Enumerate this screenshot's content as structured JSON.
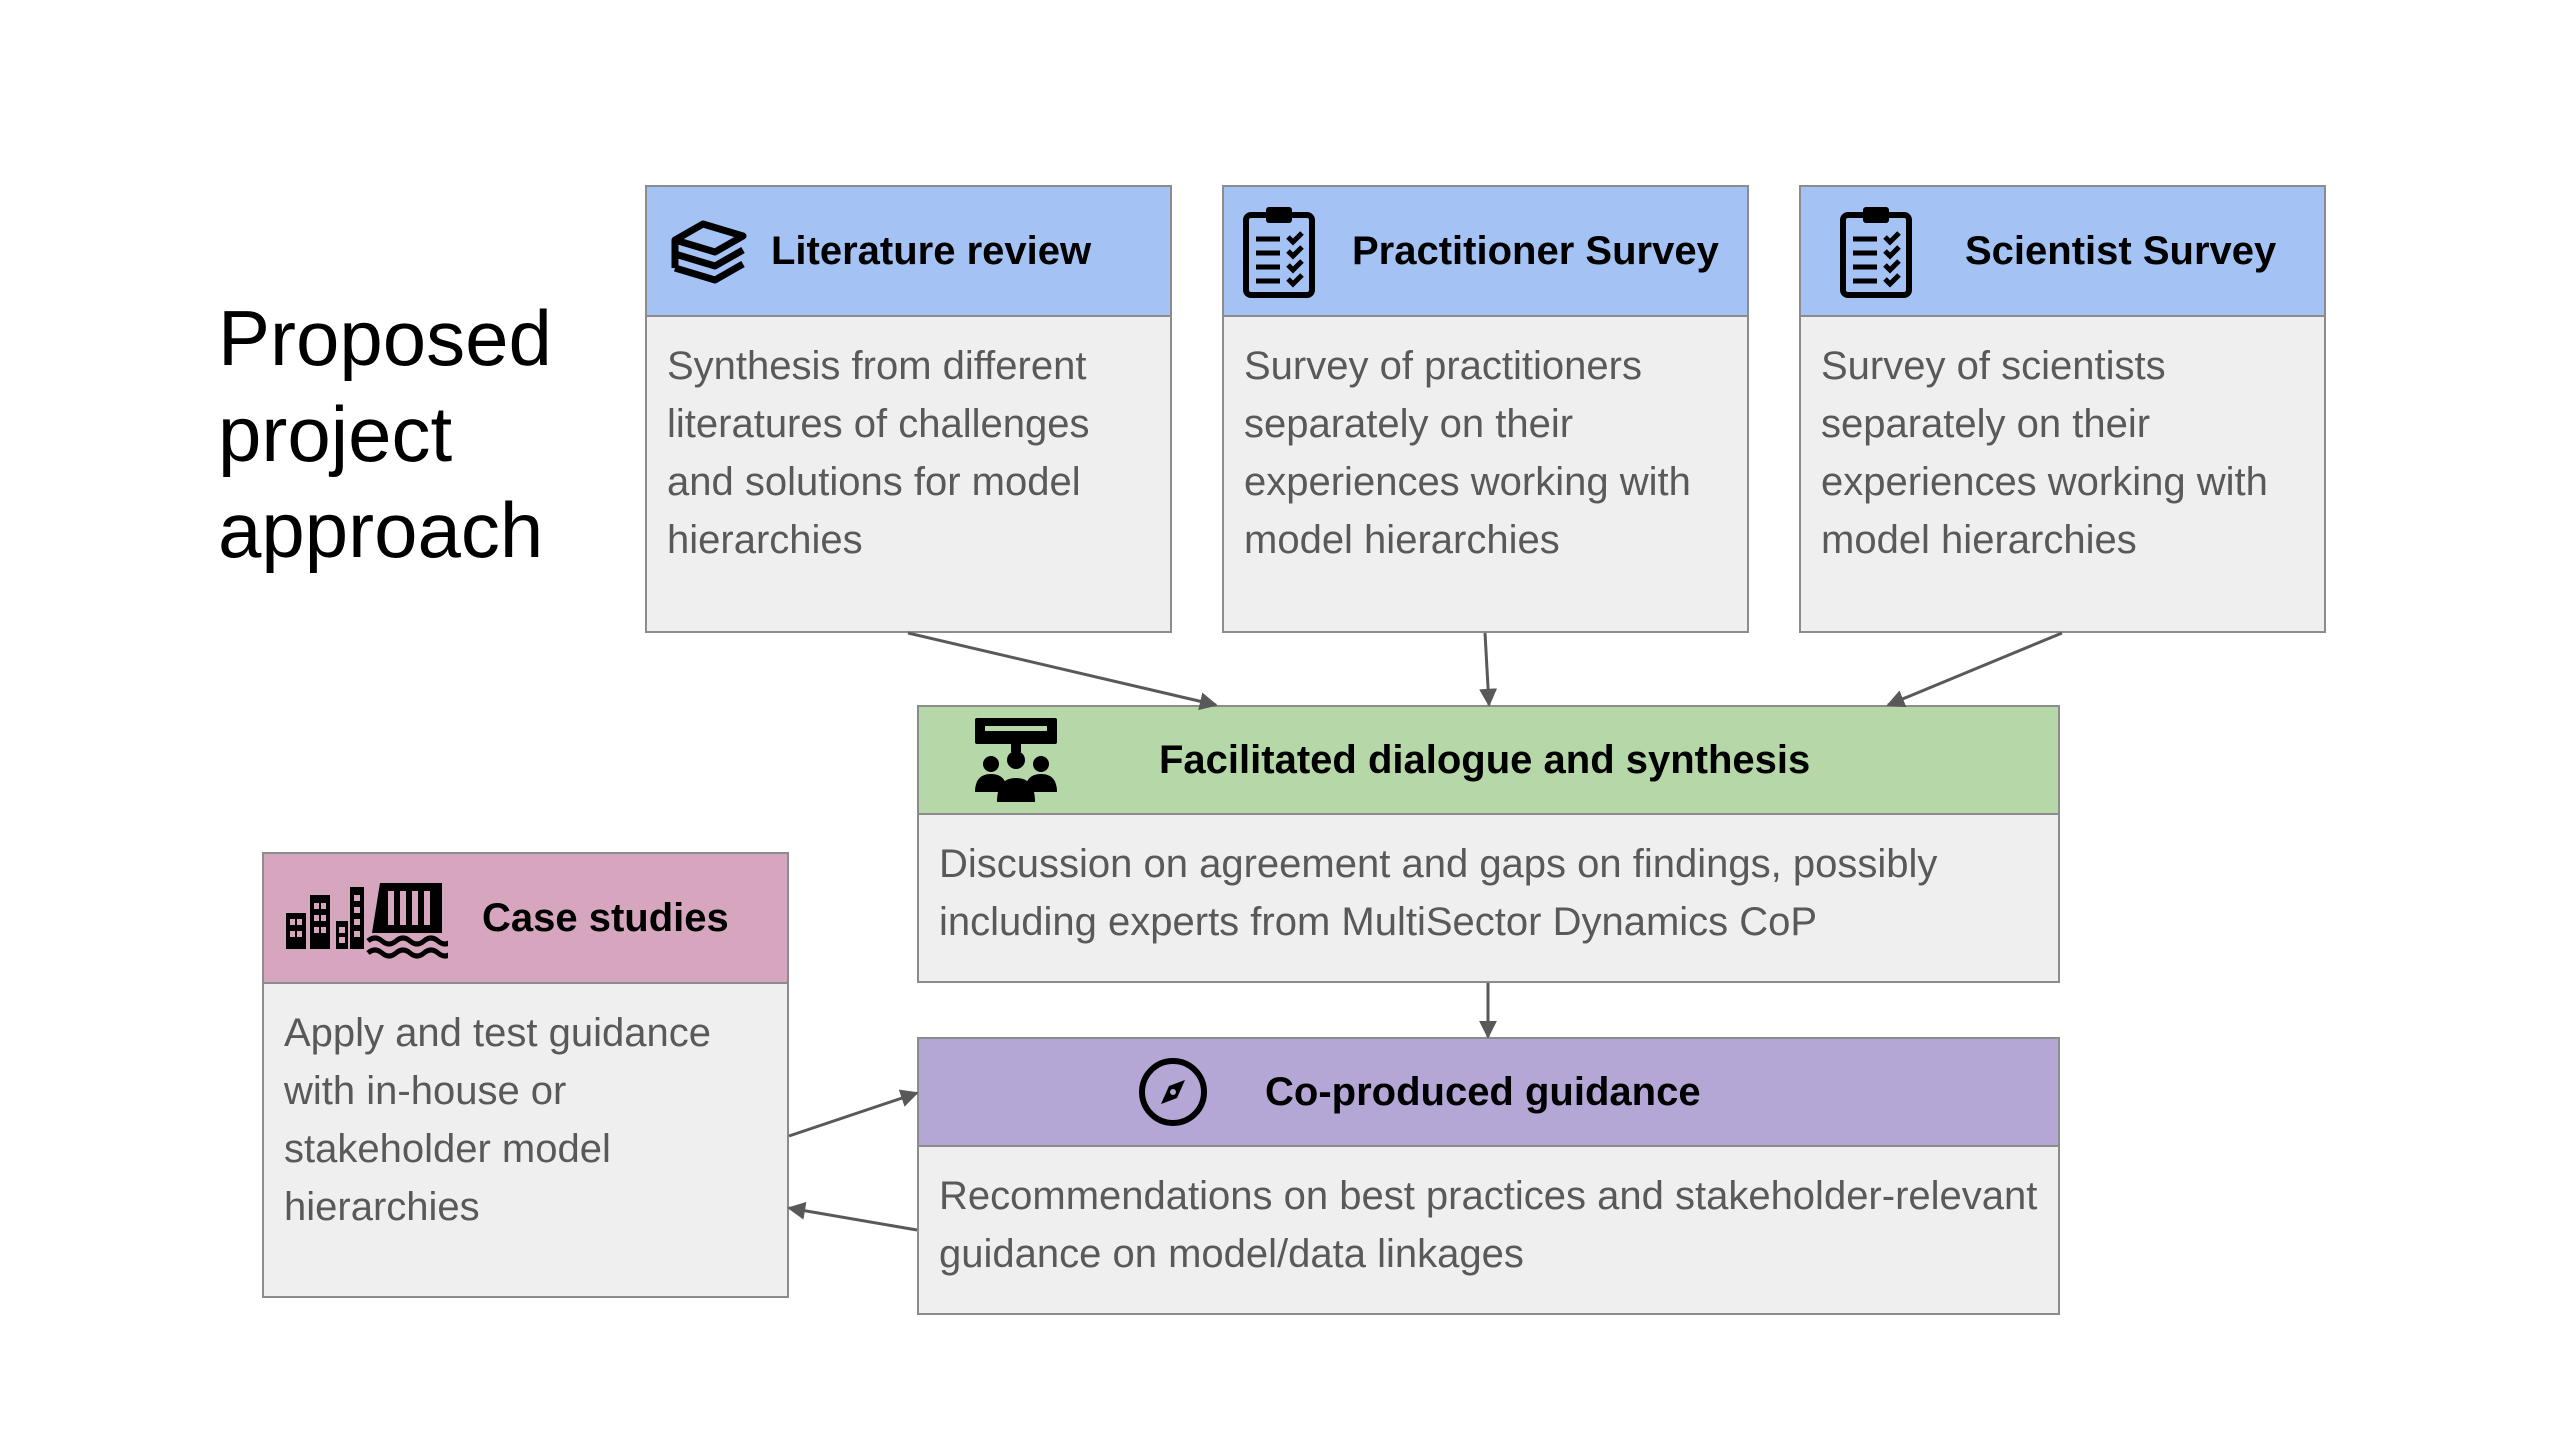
{
  "title": "Proposed project approach",
  "boxes": {
    "literature": {
      "label": "Literature review",
      "icon": "books-icon",
      "header_color": "#a4c2f4",
      "text": "Synthesis from different literatures of challenges and solutions for model hierarchies"
    },
    "practitioner": {
      "label": "Practitioner Survey",
      "icon": "clipboard-checklist-icon",
      "header_color": "#a4c2f4",
      "text": "Survey of practitioners separately on their experiences working with model hierarchies"
    },
    "scientist": {
      "label": "Scientist Survey",
      "icon": "clipboard-checklist-icon",
      "header_color": "#a4c2f4",
      "text": "Survey of scientists separately on their experiences working with model hierarchies"
    },
    "dialogue": {
      "label": "Facilitated dialogue and synthesis",
      "icon": "presentation-group-icon",
      "header_color": "#b6d7a8",
      "text": "Discussion on agreement and gaps on findings, possibly including experts from MultiSector Dynamics CoP"
    },
    "guidance": {
      "label": "Co-produced guidance",
      "icon": "compass-icon",
      "header_color": "#b4a7d6",
      "text": "Recommendations on best practices and stakeholder-relevant guidance on model/data linkages"
    },
    "case_studies": {
      "label": "Case studies",
      "icons": [
        "city-buildings-icon",
        "dam-icon"
      ],
      "header_color": "#d5a6bd",
      "text": "Apply and test guidance with in-house or stakeholder model hierarchies"
    }
  },
  "edges": [
    {
      "from": "Literature review",
      "to": "Facilitated dialogue and synthesis"
    },
    {
      "from": "Practitioner Survey",
      "to": "Facilitated dialogue and synthesis"
    },
    {
      "from": "Scientist Survey",
      "to": "Facilitated dialogue and synthesis"
    },
    {
      "from": "Facilitated dialogue and synthesis",
      "to": "Co-produced guidance"
    },
    {
      "from": "Case studies",
      "to": "Co-produced guidance"
    },
    {
      "from": "Co-produced guidance",
      "to": "Case studies"
    }
  ]
}
